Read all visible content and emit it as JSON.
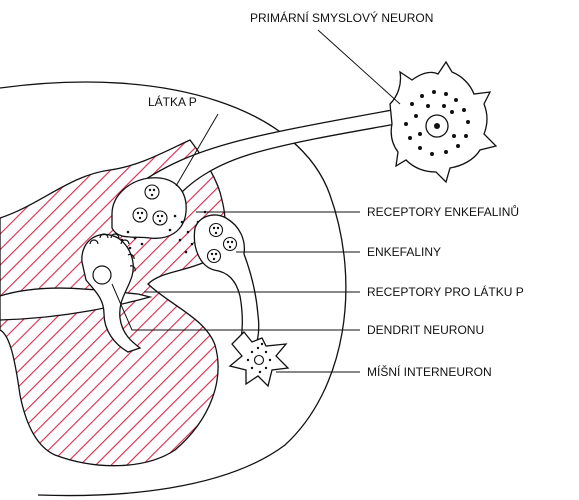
{
  "labels": {
    "primary_neuron": "PRIMÁRNÍ SMYSLOVÝ NEURON",
    "substance_p": "LÁTKA P",
    "enkephalin_receptors": "RECEPTORY ENKEFALINŮ",
    "enkephalins": "ENKEFALINY",
    "substance_p_receptors": "RECEPTORY PRO LÁTKU P",
    "neuron_dendrite": "DENDRIT NEURONU",
    "spinal_interneuron": "MÍŠNÍ INTERNEURON"
  },
  "colors": {
    "hatch": "#d62a4e",
    "outline": "#111111",
    "background": "#ffffff"
  }
}
